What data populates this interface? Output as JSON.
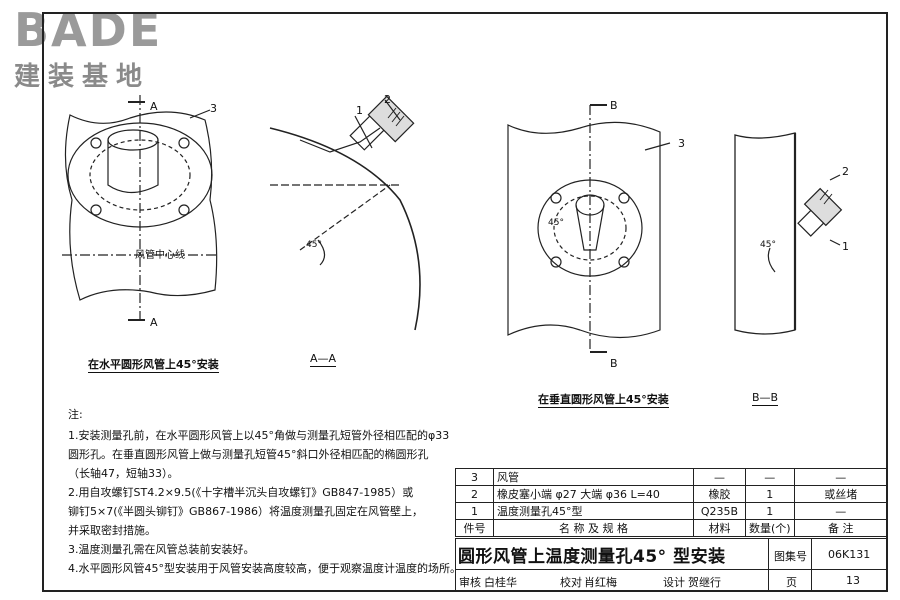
{
  "logo": {
    "main": "BADE",
    "sub": "建装基地"
  },
  "drawings": {
    "left_view": {
      "caption": "在水平圆形风管上45°安装",
      "section_marks": [
        "A",
        "A"
      ],
      "callout": "3",
      "center_label": "风管中心线"
    },
    "section_aa": {
      "caption": "A—A",
      "callouts": [
        "1",
        "2"
      ],
      "angle": "45°"
    },
    "right_view": {
      "caption": "在垂直圆形风管上45°安装",
      "section_marks": [
        "B",
        "B"
      ],
      "callout": "3",
      "angle": "45°"
    },
    "section_bb": {
      "caption": "B—B",
      "callouts": [
        "2",
        "1"
      ],
      "angle": "45°"
    }
  },
  "notes": {
    "title": "注:",
    "lines": [
      "1.安装测量孔前，在水平圆形风管上以45°角做与测量孔短管外径相匹配的φ33",
      "圆形孔。在垂直圆形风管上做与测量孔短管45°斜口外径相匹配的椭圆形孔",
      "（长轴47，短轴33）。",
      "2.用自攻螺钉ST4.2×9.5(《十字槽半沉头自攻螺钉》GB847-1985）或",
      "铆钉5×7(《半圆头铆钉》GB867-1986）将温度测量孔固定在风管壁上，",
      "并采取密封措施。",
      "3.温度测量孔需在风管总装前安装好。",
      "4.水平圆形风管45°型安装用于风管安装高度较高，便于观察温度计温度的场所。"
    ]
  },
  "parts_table": {
    "rows": [
      {
        "no": "3",
        "name": "风管",
        "material": "—",
        "qty": "—",
        "remark": "—"
      },
      {
        "no": "2",
        "name": "橡皮塞小端 φ27  大端 φ36   L=40",
        "material": "橡胶",
        "qty": "1",
        "remark": "或丝堵"
      },
      {
        "no": "1",
        "name": "温度测量孔45°型",
        "material": "Q235B",
        "qty": "1",
        "remark": "—"
      }
    ],
    "header": {
      "no": "件号",
      "name": "名 称 及 规 格",
      "material": "材料",
      "qty": "数量(个)",
      "remark": "备  注"
    }
  },
  "title_block": {
    "title": "圆形风管上温度测量孔45° 型安装",
    "atlas_label": "图集号",
    "atlas_no": "06K131",
    "page_label": "页",
    "page_no": "13",
    "review_label": "审核",
    "reviewer": "白桂华",
    "check_label": "校对",
    "checker": "肖红梅",
    "design_label": "设计",
    "designer": "贺继行"
  }
}
